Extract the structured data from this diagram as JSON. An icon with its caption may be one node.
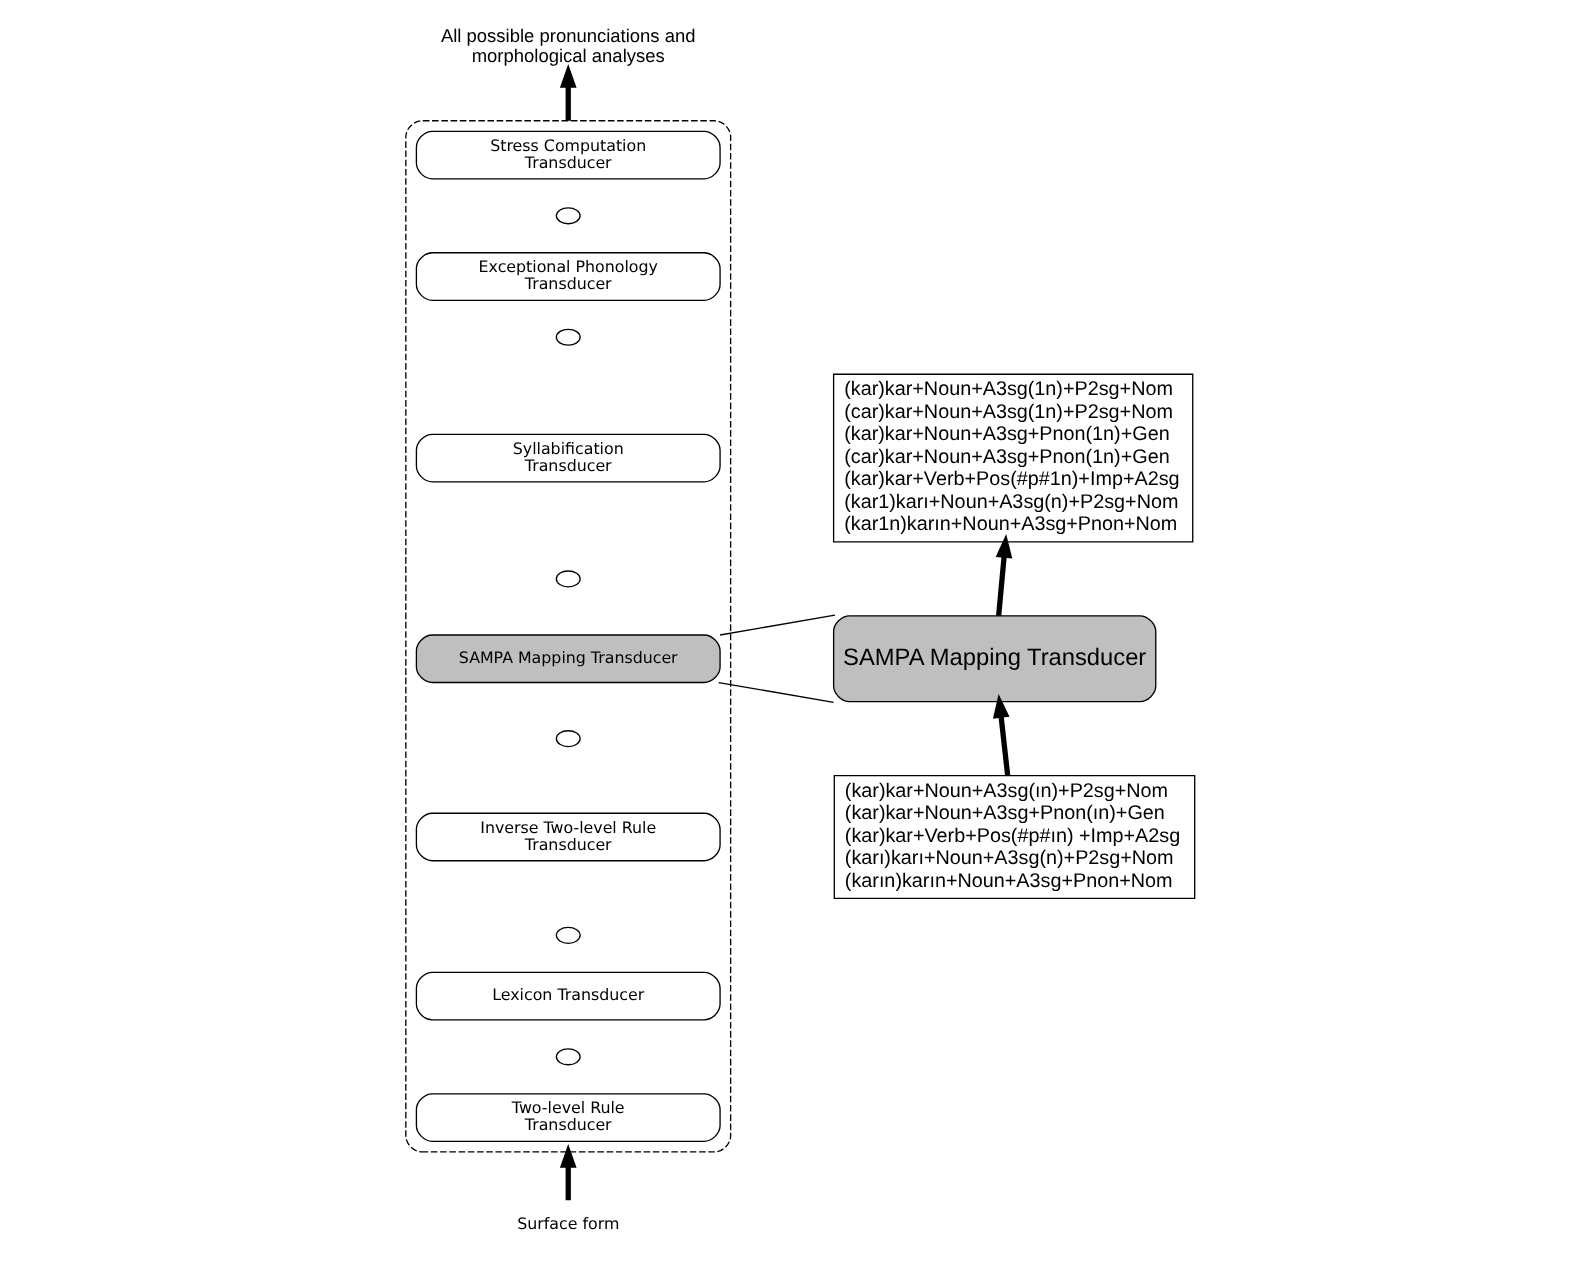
{
  "diagram": {
    "nodes": [
      {
        "text": [
          "All possible pronunciations and morphological analyses"
        ]
      },
      {
        "text": [],
        "shape": "box"
      },
      {
        "text": [
          "Stress Computation Transducer"
        ],
        "in": 1
      },
      {
        "text": [],
        "shape": "circle",
        "in": 1
      },
      {
        "text": [
          "Exceptional Phonology Transducer"
        ],
        "in": 1
      },
      {
        "text": [],
        "shape": "circle",
        "in": 1
      },
      {
        "text": [
          "Syllabification Transducer"
        ],
        "in": 1
      },
      {
        "text": [],
        "shape": "circle",
        "in": 1
      },
      {
        "text": [
          "SAMPA Mapping Transducer"
        ],
        "in": 1
      },
      {
        "text": [],
        "shape": "circle",
        "in": 1
      },
      {
        "text": [
          "Inverse Two-level Rule Transducer"
        ],
        "in": 1
      },
      {
        "text": [],
        "shape": "circle",
        "in": 1
      },
      {
        "text": [
          "Lexicon Transducer"
        ],
        "in": 1
      },
      {
        "text": [],
        "shape": "circle",
        "in": 1
      },
      {
        "text": [
          "Two-level Rule Transducer"
        ],
        "in": 1
      },
      {
        "text": [
          "Surface form"
        ]
      },
      {
        "text": [
          "(kar)kar+Noun+A3sg(1n)+P2sg+Nom",
          "(car)kar+Noun+A3sg(1n)+P2sg+Nom",
          "(kar)kar+Noun+A3sg+Pnon(1n)+Gen",
          "(car)kar+Noun+A3sg+Pnon(1n)+Gen",
          "(kar)kar+Verb+Pos(#p#1n)+Imp+A2sg",
          "(kar1)karı+Noun+A3sg(n)+P2sg+Nom",
          "(kar1n)karın+Noun+A3sg+Pnon+Nom"
        ]
      },
      {
        "text": [
          "SAMPA Mapping Transducer"
        ]
      },
      {
        "text": [
          "(kar)kar+Noun+A3sg(ın)+P2sg+Nom",
          "(kar)kar+Noun+A3sg+Pnon(ın)+Gen",
          "(kar)kar+Verb+Pos(#p#ın) +Imp+A2sg",
          "(karı)karı+Noun+A3sg(n)+P2sg+Nom",
          "(karın)karın+Noun+A3sg+Pnon+Nom"
        ]
      }
    ],
    "edges": [
      {
        "from": 1,
        "to": 0,
        "arrow": "to"
      },
      {
        "from": 15,
        "to": 1,
        "arrow": "to"
      },
      {
        "from": 8,
        "to": 17,
        "arrow": "none"
      },
      {
        "from": 8,
        "to": 17,
        "arrow": "none"
      },
      {
        "from": 18,
        "to": 17,
        "arrow": "to"
      },
      {
        "from": 17,
        "to": 16,
        "arrow": "to"
      }
    ]
  }
}
